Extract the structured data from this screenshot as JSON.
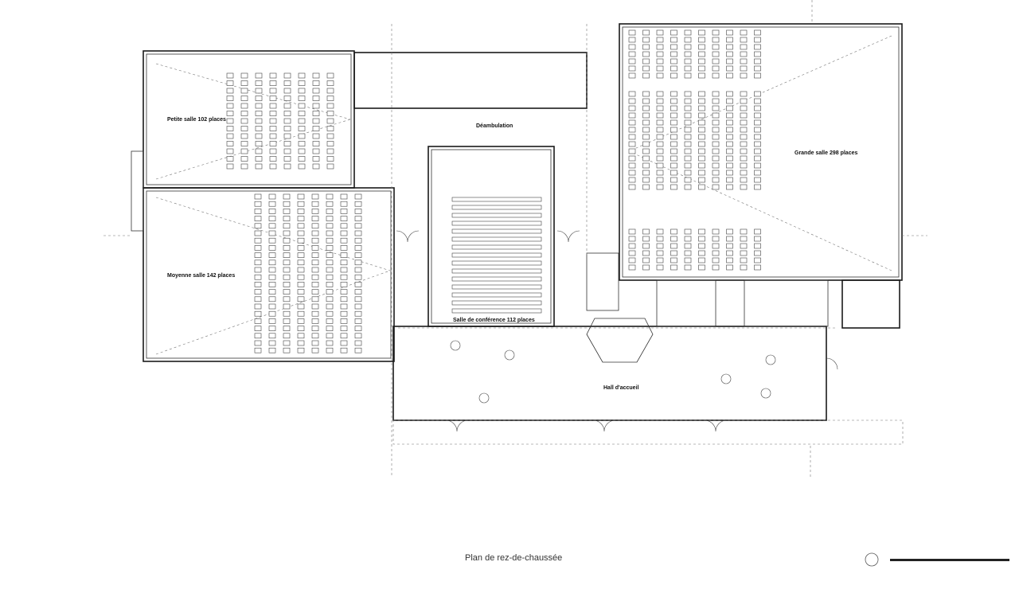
{
  "plan": {
    "title": "Plan de rez-de-chaussée",
    "rooms": {
      "petite_salle": "Petite salle 102 places",
      "moyenne_salle": "Moyenne salle 142 places",
      "grande_salle": "Grande salle 298 places",
      "salle_conference": "Salle de conférence 112 places",
      "deambulation": "Déambulation",
      "hall": "Hall d'accueil"
    },
    "colors": {
      "line": "#1a1a1a",
      "dashed": "#777777"
    }
  }
}
